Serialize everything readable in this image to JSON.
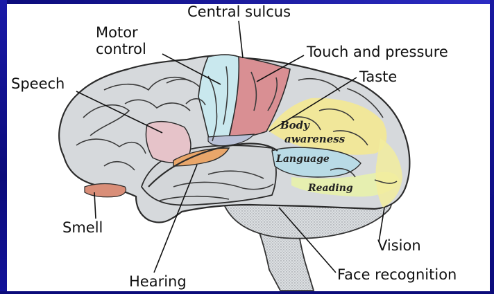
{
  "labels": {
    "central_sulcus": "Central sulcus",
    "motor_control_line1": "Motor",
    "motor_control_line2": "control",
    "touch_and_pressure": "Touch and pressure",
    "taste": "Taste",
    "speech": "Speech",
    "smell": "Smell",
    "hearing": "Hearing",
    "vision": "Vision",
    "face_recognition": "Face recognition"
  },
  "region_labels": {
    "body_awareness_line1": "Body",
    "body_awareness_line2": "awareness",
    "language": "Language",
    "reading": "Reading"
  },
  "colors": {
    "motor": "#c9e8ee",
    "touch": "#d98f93",
    "body_awareness": "#f1e79a",
    "language": "#b9dbe6",
    "reading": "#e6efb0",
    "speech": "#e6c3c9",
    "hearing": "#e9a66a",
    "smell": "#d98e78",
    "brain": "#d7dadd",
    "frame": "#0b0b7a"
  }
}
